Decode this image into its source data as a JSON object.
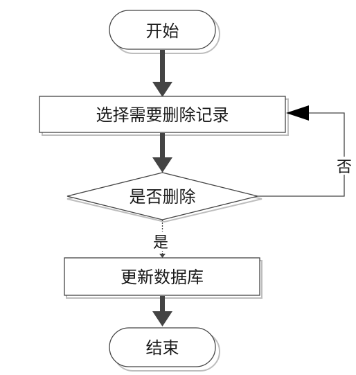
{
  "flowchart": {
    "start": "开始",
    "select_step": "选择需要删除记录",
    "decision": "是否删除",
    "yes_label": "是",
    "no_label": "否",
    "update_step": "更新数据库",
    "end": "结束"
  },
  "colors": {
    "stroke": "#444444",
    "arrow": "#444444",
    "text": "#1a1a1a",
    "shadow": "#bdbdbd"
  }
}
